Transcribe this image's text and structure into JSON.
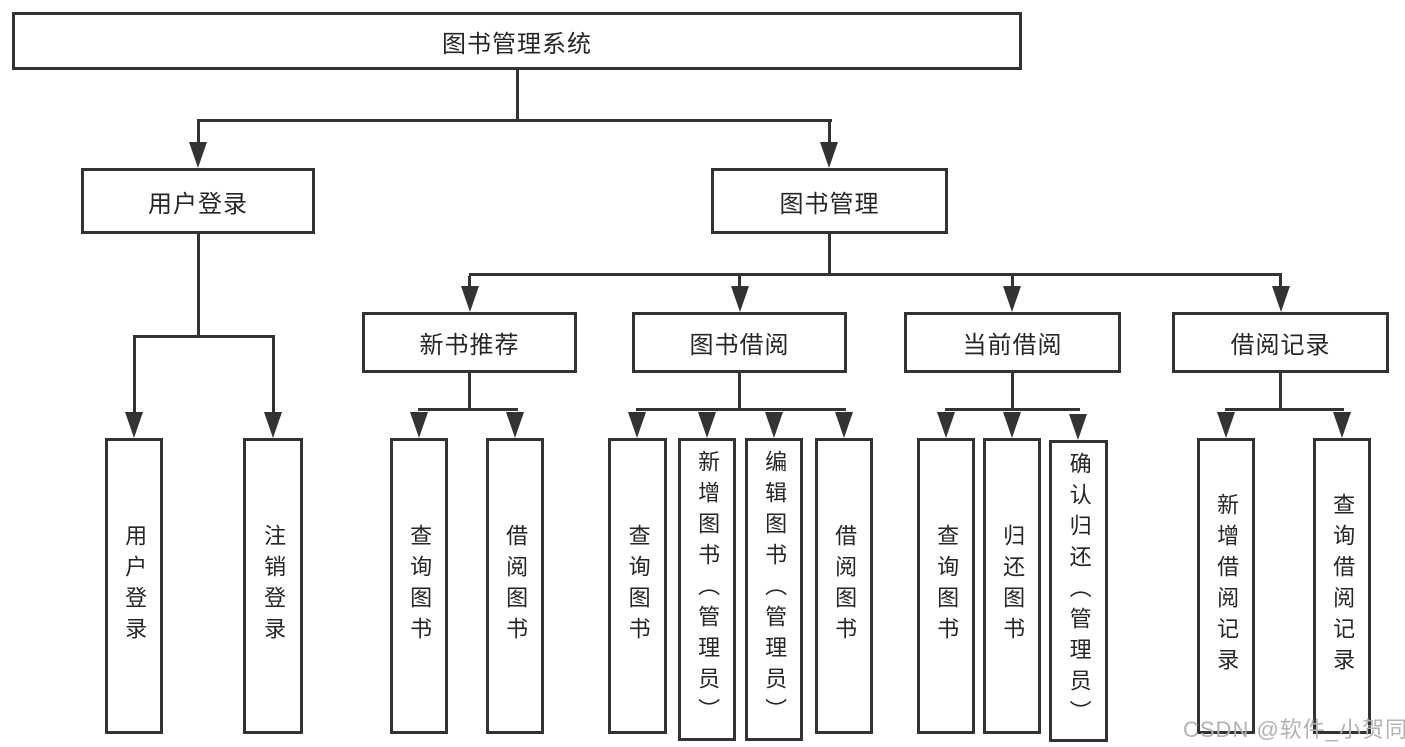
{
  "nodes": {
    "root": "图书管理系统",
    "user_login": "用户登录",
    "book_mgmt": "图书管理",
    "new_book": "新书推荐",
    "book_borrow": "图书借阅",
    "current_borrow": "当前借阅",
    "borrow_record": "借阅记录",
    "leaf_user_login": "用户登录",
    "leaf_logout": "注销登录",
    "leaf_query_book_a": "查询图书",
    "leaf_borrow_book_a": "借阅图书",
    "leaf_query_book_b": "查询图书",
    "leaf_add_book": "新增图书（管理员）",
    "leaf_edit_book": "编辑图书（管理员）",
    "leaf_borrow_book_b": "借阅图书",
    "leaf_query_book_c": "查询图书",
    "leaf_return_book": "归还图书",
    "leaf_confirm_return": "确认归还（管理员）",
    "leaf_add_record": "新增借阅记录",
    "leaf_query_record": "查询借阅记录"
  },
  "watermark": "CSDN @软件_小贺同学",
  "colors": {
    "line": "#333333",
    "text": "#262626",
    "watermark": "#b3b3b3",
    "background": "#ffffff"
  }
}
